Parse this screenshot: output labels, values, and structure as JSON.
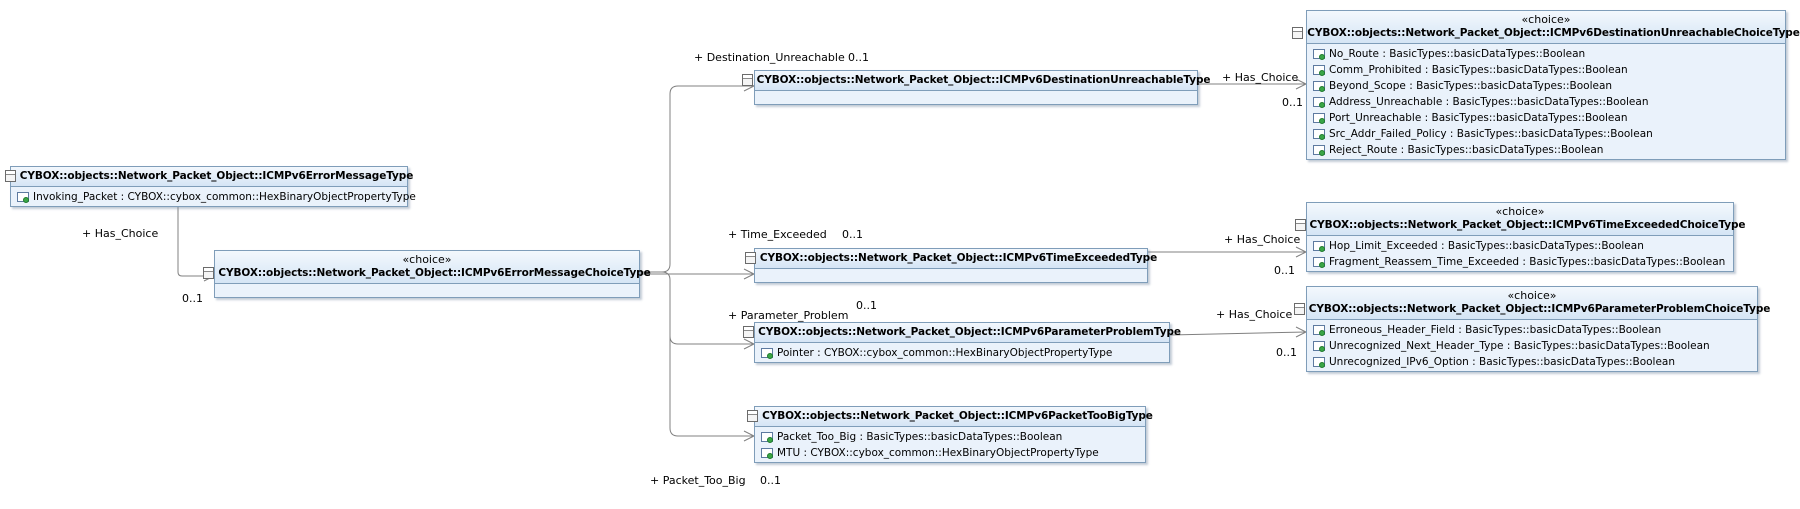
{
  "classes": {
    "error_message": {
      "name": "CYBOX::objects::Network_Packet_Object::ICMPv6ErrorMessageType",
      "attributes": [
        "Invoking_Packet : CYBOX::cybox_common::HexBinaryObjectPropertyType"
      ]
    },
    "error_message_choice": {
      "stereotype": "«choice»",
      "name": "CYBOX::objects::Network_Packet_Object::ICMPv6ErrorMessageChoiceType"
    },
    "dest_unreachable": {
      "name": "CYBOX::objects::Network_Packet_Object::ICMPv6DestinationUnreachableType"
    },
    "dest_unreachable_choice": {
      "stereotype": "«choice»",
      "name": "CYBOX::objects::Network_Packet_Object::ICMPv6DestinationUnreachableChoiceType",
      "attributes": [
        "No_Route : BasicTypes::basicDataTypes::Boolean",
        "Comm_Prohibited : BasicTypes::basicDataTypes::Boolean",
        "Beyond_Scope : BasicTypes::basicDataTypes::Boolean",
        "Address_Unreachable : BasicTypes::basicDataTypes::Boolean",
        "Port_Unreachable : BasicTypes::basicDataTypes::Boolean",
        "Src_Addr_Failed_Policy : BasicTypes::basicDataTypes::Boolean",
        "Reject_Route : BasicTypes::basicDataTypes::Boolean"
      ]
    },
    "time_exceeded": {
      "name": "CYBOX::objects::Network_Packet_Object::ICMPv6TimeExceededType"
    },
    "time_exceeded_choice": {
      "stereotype": "«choice»",
      "name": "CYBOX::objects::Network_Packet_Object::ICMPv6TimeExceededChoiceType",
      "attributes": [
        "Hop_Limit_Exceeded : BasicTypes::basicDataTypes::Boolean",
        "Fragment_Reassem_Time_Exceeded : BasicTypes::basicDataTypes::Boolean"
      ]
    },
    "parameter_problem": {
      "name": "CYBOX::objects::Network_Packet_Object::ICMPv6ParameterProblemType",
      "attributes": [
        "Pointer : CYBOX::cybox_common::HexBinaryObjectPropertyType"
      ]
    },
    "parameter_problem_choice": {
      "stereotype": "«choice»",
      "name": "CYBOX::objects::Network_Packet_Object::ICMPv6ParameterProblemChoiceType",
      "attributes": [
        "Erroneous_Header_Field : BasicTypes::basicDataTypes::Boolean",
        "Unrecognized_Next_Header_Type : BasicTypes::basicDataTypes::Boolean",
        "Unrecognized_IPv6_Option : BasicTypes::basicDataTypes::Boolean"
      ]
    },
    "packet_too_big": {
      "name": "CYBOX::objects::Network_Packet_Object::ICMPv6PacketTooBigType",
      "attributes": [
        "Packet_Too_Big : BasicTypes::basicDataTypes::Boolean",
        "MTU : CYBOX::cybox_common::HexBinaryObjectPropertyType"
      ]
    }
  },
  "labels": {
    "has_choice_main": "+ Has_Choice",
    "mult_main": "0..1",
    "dest_unreachable_role": "+ Destination_Unreachable",
    "dest_unreachable_mult": "0..1",
    "dest_has_choice": "+ Has_Choice",
    "dest_choice_mult": "0..1",
    "time_exceeded_role": "+ Time_Exceeded",
    "time_exceeded_mult": "0..1",
    "time_has_choice": "+ Has_Choice",
    "time_choice_mult": "0..1",
    "parameter_problem_role": "+ Parameter_Problem",
    "parameter_problem_mult": "0..1",
    "param_has_choice": "+ Has_Choice",
    "param_choice_mult": "0..1",
    "packet_too_big_role": "+ Packet_Too_Big",
    "packet_too_big_mult": "0..1"
  },
  "colors": {
    "box_fill": "#eaf2fb",
    "box_border": "#7f9db9",
    "connector": "#808080"
  }
}
